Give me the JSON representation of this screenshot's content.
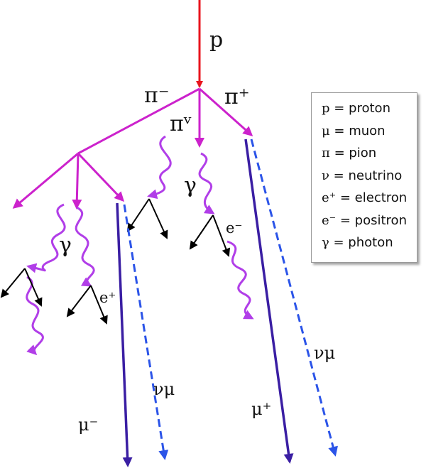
{
  "labels": {
    "proton": "p",
    "pi_minus": "π⁻",
    "pi_plus": "π⁺",
    "pi_nu": "πᵛ",
    "gamma_left": "γ",
    "gamma_mid": "γ",
    "e_plus": "e⁺",
    "e_minus": "e⁻",
    "mu_minus": "μ⁻",
    "mu_plus": "μ⁺",
    "nu_mu_left": "νμ",
    "nu_mu_right": "νμ"
  },
  "legend": [
    {
      "symbol": "p",
      "text": "= proton"
    },
    {
      "symbol": "μ",
      "text": "= muon"
    },
    {
      "symbol": "π",
      "text": "= pion"
    },
    {
      "symbol": "ν",
      "text": "= neutrino"
    },
    {
      "symbol": "e⁺",
      "text": "= electron"
    },
    {
      "symbol": "e⁻",
      "text": "= positron"
    },
    {
      "symbol": "γ",
      "text": "= photon"
    }
  ],
  "colors": {
    "proton": "#e8141d",
    "pion": "#cc22cc",
    "photon": "#b13ee8",
    "muon": "#3a1ea3",
    "neutrino": "#2b54e8",
    "electron": "#000000"
  }
}
